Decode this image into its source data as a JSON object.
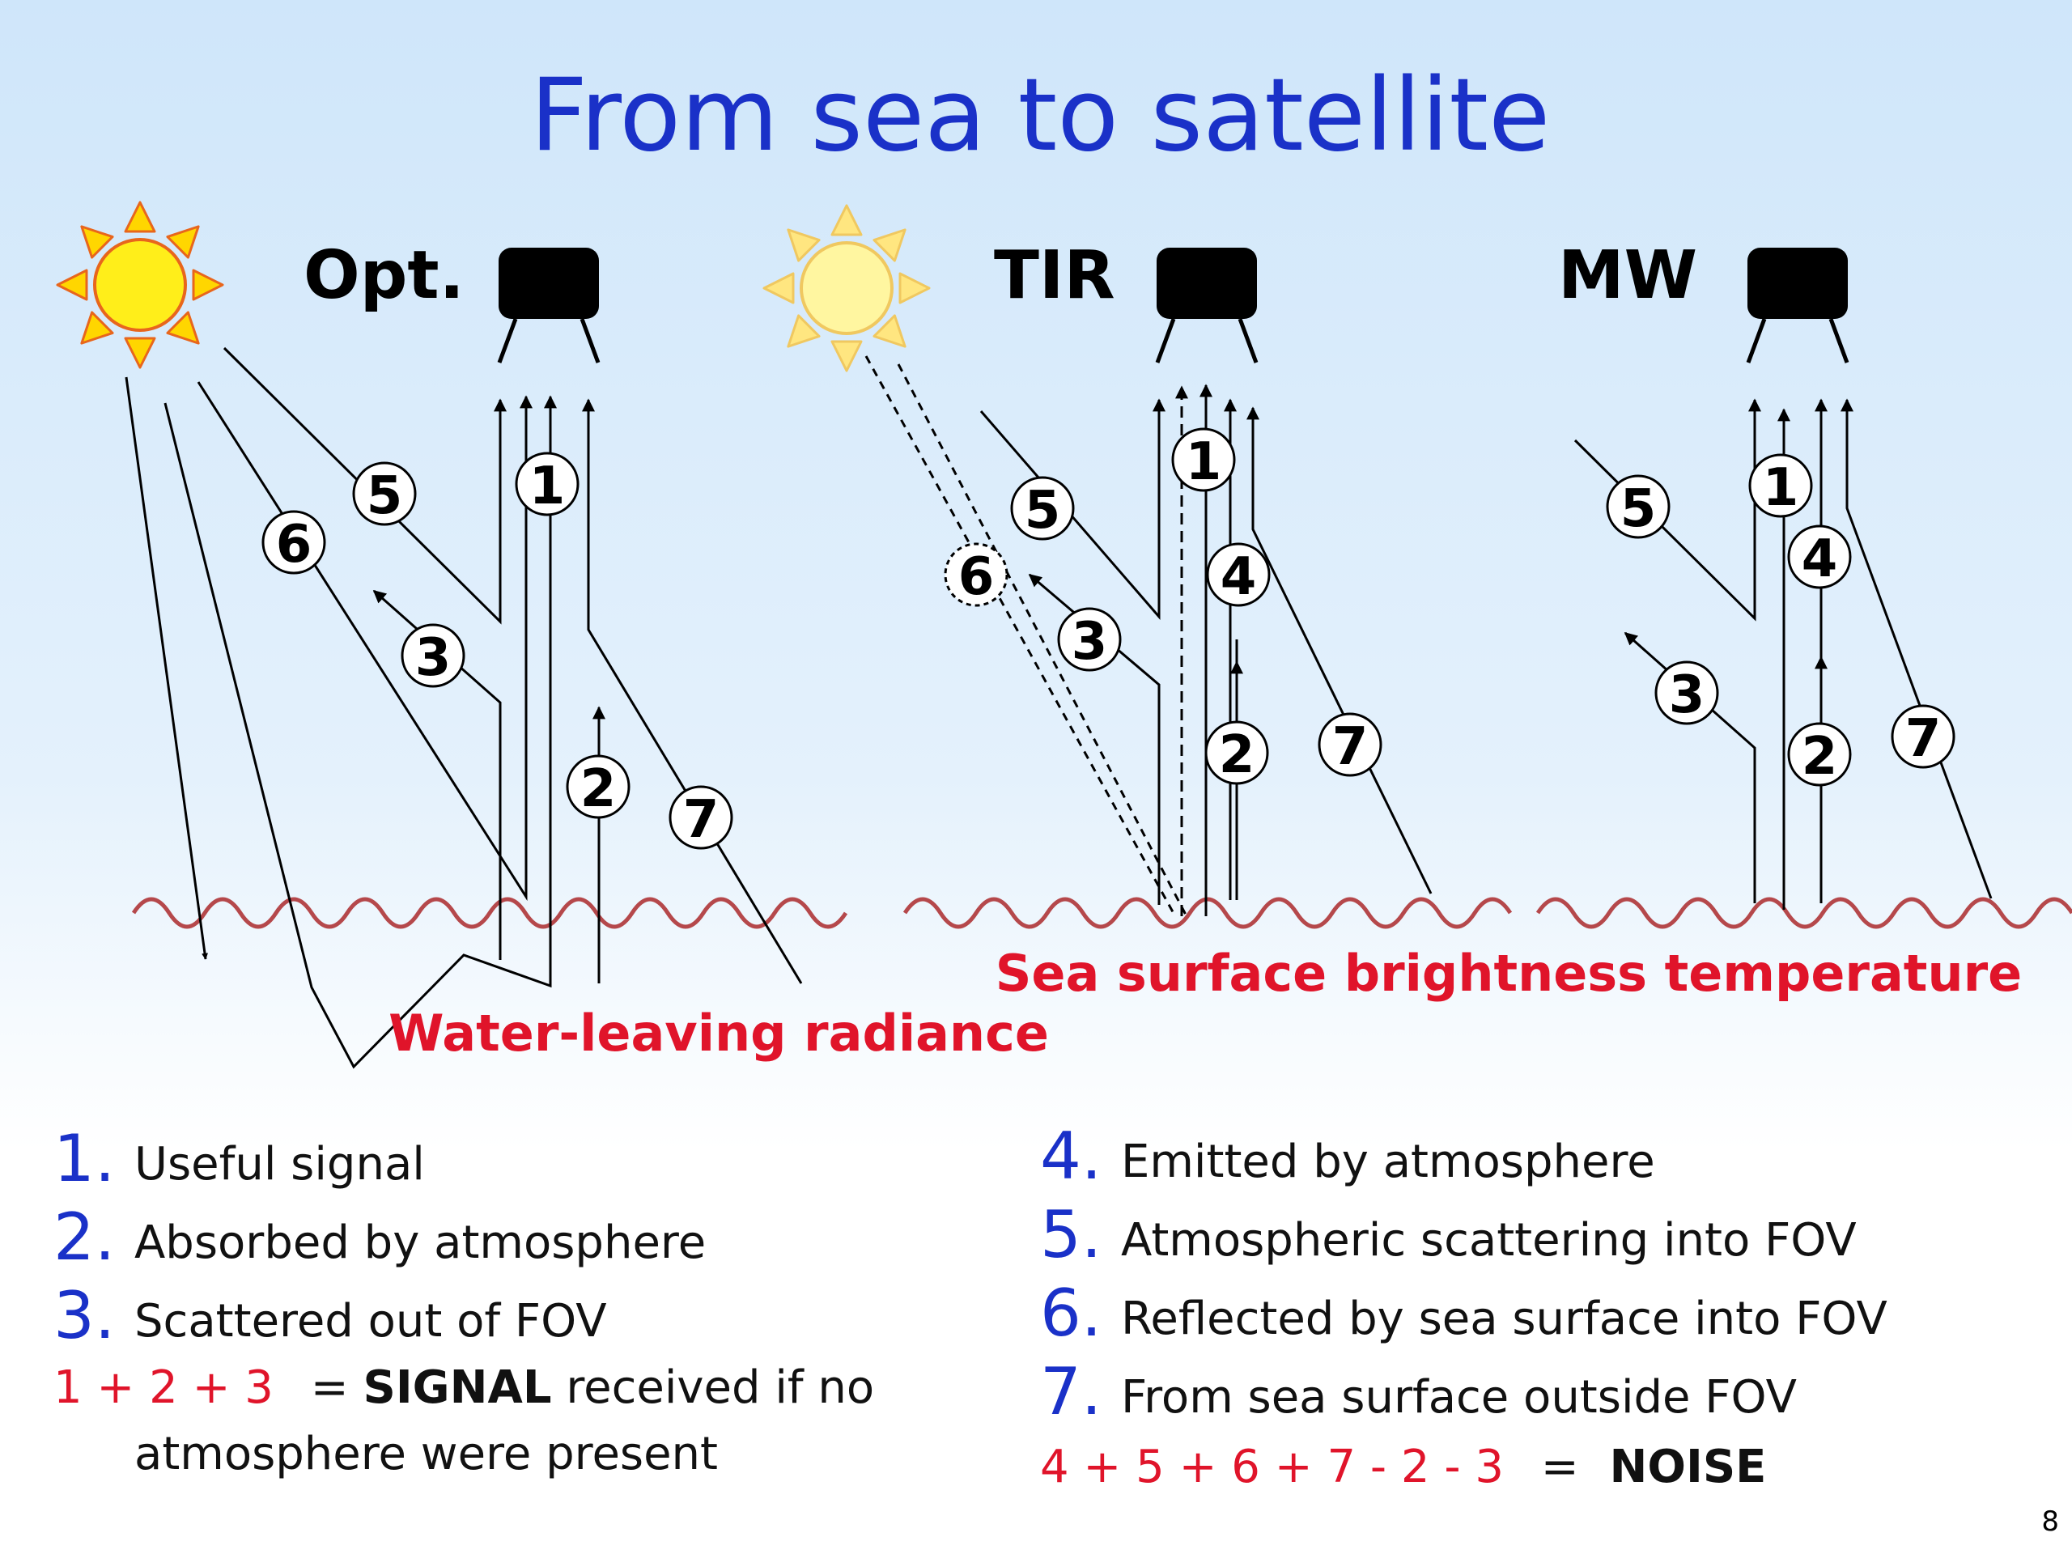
{
  "title": "From sea to satellite",
  "panels": {
    "opt": {
      "label": "Opt."
    },
    "tir": {
      "label": "TIR"
    },
    "mw": {
      "label": "MW"
    }
  },
  "captions": {
    "water_leaving": "Water-leaving radiance",
    "brightness_temp": "Sea surface brightness temperature"
  },
  "path_numbers": [
    "1",
    "2",
    "3",
    "4",
    "5",
    "6",
    "7"
  ],
  "legend_left": {
    "items": [
      {
        "num": "1.",
        "text": "Useful signal"
      },
      {
        "num": "2.",
        "text": "Absorbed by atmosphere"
      },
      {
        "num": "3.",
        "text": "Scattered out of FOV"
      }
    ],
    "formula": {
      "expr": "1 + 2 + 3",
      "eq": "=",
      "keyword": "SIGNAL",
      "rest": "received if no",
      "line2": "atmosphere were present"
    }
  },
  "legend_right": {
    "items": [
      {
        "num": "4.",
        "text": "Emitted by atmosphere"
      },
      {
        "num": "5.",
        "text": "Atmospheric scattering into FOV"
      },
      {
        "num": "6.",
        "text": "Reflected by sea surface into FOV"
      },
      {
        "num": "7.",
        "text": "From sea surface outside FOV"
      }
    ],
    "formula": {
      "expr": "4 + 5 + 6 + 7 - 2 - 3",
      "eq": "=",
      "keyword": "NOISE"
    }
  },
  "page_number": "8",
  "colors": {
    "title": "#1a31c8",
    "caption": "#e0142a",
    "sea": "#b5484b",
    "sun_fill": "#ffee1a",
    "sun_ray": "#ffd600",
    "sun_outline": "#e8661c",
    "sun_dim_fill": "#fff6a0",
    "sun_dim_ray": "#ffe680",
    "sun_dim_outline": "#f0c860"
  }
}
